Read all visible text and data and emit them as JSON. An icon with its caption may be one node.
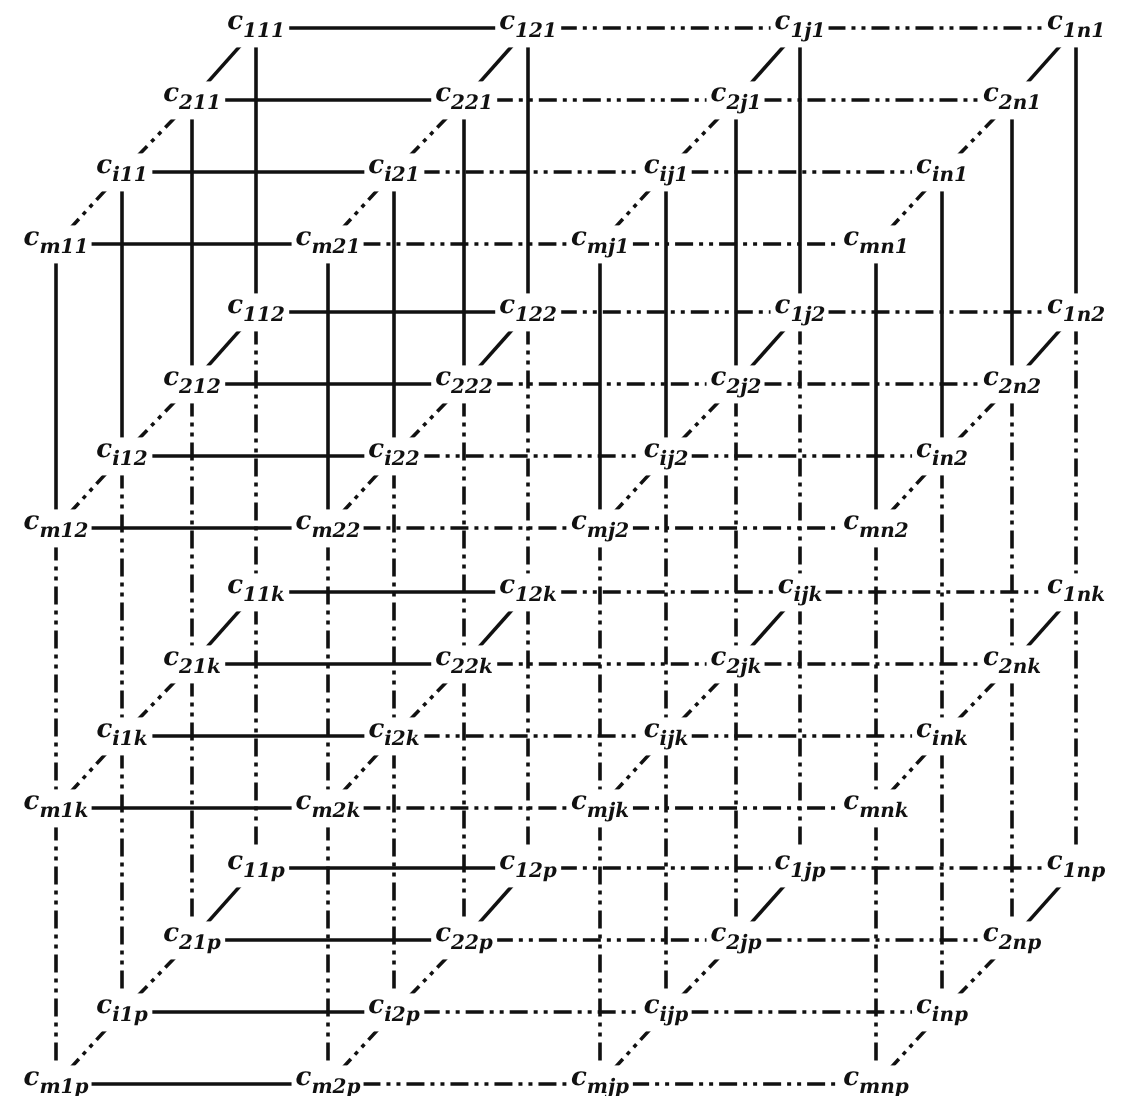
{
  "diagram": {
    "nodes": [
      {
        "text": [
          "c$_{111}$"
        ]
      },
      {
        "text": [
          "c$_{121}$"
        ]
      },
      {
        "text": [
          "c$_{1j1}$"
        ]
      },
      {
        "text": [
          "c$_{1n1}$"
        ]
      },
      {
        "text": [
          "c$_{211}$"
        ]
      },
      {
        "text": [
          "c$_{221}$"
        ]
      },
      {
        "text": [
          "c$_{2j1}$"
        ]
      },
      {
        "text": [
          "c$_{2n1}$"
        ]
      },
      {
        "text": [
          "c$_{i11}$"
        ]
      },
      {
        "text": [
          "c$_{i21}$"
        ]
      },
      {
        "text": [
          "c$_{ij1}$"
        ]
      },
      {
        "text": [
          "c$_{in1}$"
        ]
      },
      {
        "text": [
          "c$_{m11}$"
        ]
      },
      {
        "text": [
          "c$_{m21}$"
        ]
      },
      {
        "text": [
          "c$_{mj1}$"
        ]
      },
      {
        "text": [
          "c$_{mn1}$"
        ]
      },
      {
        "text": [
          "c$_{112}$"
        ]
      },
      {
        "text": [
          "c$_{122}$"
        ]
      },
      {
        "text": [
          "c$_{1j2}$"
        ]
      },
      {
        "text": [
          "c$_{1n2}$"
        ]
      },
      {
        "text": [
          "c$_{212}$"
        ]
      },
      {
        "text": [
          "c$_{222}$"
        ]
      },
      {
        "text": [
          "c$_{2j2}$"
        ]
      },
      {
        "text": [
          "c$_{2n2}$"
        ]
      },
      {
        "text": [
          "c$_{i12}$"
        ]
      },
      {
        "text": [
          "c$_{i22}$"
        ]
      },
      {
        "text": [
          "c$_{ij2}$"
        ]
      },
      {
        "text": [
          "c$_{in2}$"
        ]
      },
      {
        "text": [
          "c$_{m12}$"
        ]
      },
      {
        "text": [
          "c$_{m22}$"
        ]
      },
      {
        "text": [
          "c$_{mj2}$"
        ]
      },
      {
        "text": [
          "c$_{mn2}$"
        ]
      },
      {
        "text": [
          "c$_{11k}$"
        ]
      },
      {
        "text": [
          "c$_{12k}$"
        ]
      },
      {
        "text": [
          "c$_{ijk}$"
        ]
      },
      {
        "text": [
          "c$_{1nk}$"
        ]
      },
      {
        "text": [
          "c$_{21k}$"
        ]
      },
      {
        "text": [
          "c$_{22k}$"
        ]
      },
      {
        "text": [
          "c$_{2jk}$"
        ]
      },
      {
        "text": [
          "c$_{2nk}$"
        ]
      },
      {
        "text": [
          "c$_{i1k}$"
        ]
      },
      {
        "text": [
          "c$_{i2k}$"
        ]
      },
      {
        "text": [
          "c$_{ijk}$"
        ]
      },
      {
        "text": [
          "c$_{ink}$"
        ]
      },
      {
        "text": [
          "c$_{m1k}$"
        ]
      },
      {
        "text": [
          "c$_{m2k}$"
        ]
      },
      {
        "text": [
          "c$_{mjk}$"
        ]
      },
      {
        "text": [
          "c$_{mnk}$"
        ]
      },
      {
        "text": [
          "c$_{11p}$"
        ]
      },
      {
        "text": [
          "c$_{12p}$"
        ]
      },
      {
        "text": [
          "c$_{1jp}$"
        ]
      },
      {
        "text": [
          "c$_{1np}$"
        ]
      },
      {
        "text": [
          "c$_{21p}$"
        ]
      },
      {
        "text": [
          "c$_{22p}$"
        ]
      },
      {
        "text": [
          "c$_{2jp}$"
        ]
      },
      {
        "text": [
          "c$_{2np}$"
        ]
      },
      {
        "text": [
          "c$_{i1p}$"
        ]
      },
      {
        "text": [
          "c$_{i2p}$"
        ]
      },
      {
        "text": [
          "c$_{ijp}$"
        ]
      },
      {
        "text": [
          "c$_{inp}$"
        ]
      },
      {
        "text": [
          "c$_{m1p}$"
        ]
      },
      {
        "text": [
          "c$_{m2p}$"
        ]
      },
      {
        "text": [
          "c$_{mjp}$"
        ]
      },
      {
        "text": [
          "c$_{mnp}$"
        ]
      }
    ],
    "edges": [
      {
        "from": 0,
        "to": 1,
        "arrow": "none"
      },
      {
        "from": 1,
        "to": 2,
        "arrow": "none",
        "style": "dashed"
      },
      {
        "from": 2,
        "to": 3,
        "arrow": "none",
        "style": "dashed"
      },
      {
        "from": 4,
        "to": 5,
        "arrow": "none"
      },
      {
        "from": 5,
        "to": 6,
        "arrow": "none",
        "style": "dashed"
      },
      {
        "from": 6,
        "to": 7,
        "arrow": "none",
        "style": "dashed"
      },
      {
        "from": 8,
        "to": 9,
        "arrow": "none"
      },
      {
        "from": 9,
        "to": 10,
        "arrow": "none",
        "style": "dashed"
      },
      {
        "from": 10,
        "to": 11,
        "arrow": "none",
        "style": "dashed"
      },
      {
        "from": 12,
        "to": 13,
        "arrow": "none"
      },
      {
        "from": 13,
        "to": 14,
        "arrow": "none",
        "style": "dashed"
      },
      {
        "from": 14,
        "to": 15,
        "arrow": "none",
        "style": "dashed"
      },
      {
        "from": 16,
        "to": 17,
        "arrow": "none"
      },
      {
        "from": 17,
        "to": 18,
        "arrow": "none",
        "style": "dashed"
      },
      {
        "from": 18,
        "to": 19,
        "arrow": "none",
        "style": "dashed"
      },
      {
        "from": 20,
        "to": 21,
        "arrow": "none"
      },
      {
        "from": 21,
        "to": 22,
        "arrow": "none",
        "style": "dashed"
      },
      {
        "from": 22,
        "to": 23,
        "arrow": "none",
        "style": "dashed"
      },
      {
        "from": 24,
        "to": 25,
        "arrow": "none"
      },
      {
        "from": 25,
        "to": 26,
        "arrow": "none",
        "style": "dashed"
      },
      {
        "from": 26,
        "to": 27,
        "arrow": "none",
        "style": "dashed"
      },
      {
        "from": 28,
        "to": 29,
        "arrow": "none"
      },
      {
        "from": 29,
        "to": 30,
        "arrow": "none",
        "style": "dashed"
      },
      {
        "from": 30,
        "to": 31,
        "arrow": "none",
        "style": "dashed"
      },
      {
        "from": 32,
        "to": 33,
        "arrow": "none"
      },
      {
        "from": 33,
        "to": 34,
        "arrow": "none",
        "style": "dashed"
      },
      {
        "from": 34,
        "to": 35,
        "arrow": "none",
        "style": "dashed"
      },
      {
        "from": 36,
        "to": 37,
        "arrow": "none"
      },
      {
        "from": 37,
        "to": 38,
        "arrow": "none",
        "style": "dashed"
      },
      {
        "from": 38,
        "to": 39,
        "arrow": "none",
        "style": "dashed"
      },
      {
        "from": 40,
        "to": 41,
        "arrow": "none"
      },
      {
        "from": 41,
        "to": 42,
        "arrow": "none",
        "style": "dashed"
      },
      {
        "from": 42,
        "to": 43,
        "arrow": "none",
        "style": "dashed"
      },
      {
        "from": 44,
        "to": 45,
        "arrow": "none"
      },
      {
        "from": 45,
        "to": 46,
        "arrow": "none",
        "style": "dashed"
      },
      {
        "from": 46,
        "to": 47,
        "arrow": "none",
        "style": "dashed"
      },
      {
        "from": 48,
        "to": 49,
        "arrow": "none"
      },
      {
        "from": 49,
        "to": 50,
        "arrow": "none",
        "style": "dashed"
      },
      {
        "from": 50,
        "to": 51,
        "arrow": "none",
        "style": "dashed"
      },
      {
        "from": 52,
        "to": 53,
        "arrow": "none"
      },
      {
        "from": 53,
        "to": 54,
        "arrow": "none",
        "style": "dashed"
      },
      {
        "from": 54,
        "to": 55,
        "arrow": "none",
        "style": "dashed"
      },
      {
        "from": 56,
        "to": 57,
        "arrow": "none"
      },
      {
        "from": 57,
        "to": 58,
        "arrow": "none",
        "style": "dashed"
      },
      {
        "from": 58,
        "to": 59,
        "arrow": "none",
        "style": "dashed"
      },
      {
        "from": 60,
        "to": 61,
        "arrow": "none"
      },
      {
        "from": 61,
        "to": 62,
        "arrow": "none",
        "style": "dashed"
      },
      {
        "from": 62,
        "to": 63,
        "arrow": "none",
        "style": "dashed"
      },
      {
        "from": 0,
        "to": 4,
        "arrow": "none"
      },
      {
        "from": 4,
        "to": 8,
        "arrow": "none",
        "style": "dashed"
      },
      {
        "from": 8,
        "to": 12,
        "arrow": "none",
        "style": "dashed"
      },
      {
        "from": 1,
        "to": 5,
        "arrow": "none"
      },
      {
        "from": 5,
        "to": 9,
        "arrow": "none",
        "style": "dashed"
      },
      {
        "from": 9,
        "to": 13,
        "arrow": "none",
        "style": "dashed"
      },
      {
        "from": 2,
        "to": 6,
        "arrow": "none"
      },
      {
        "from": 6,
        "to": 10,
        "arrow": "none",
        "style": "dashed"
      },
      {
        "from": 10,
        "to": 14,
        "arrow": "none",
        "style": "dashed"
      },
      {
        "from": 3,
        "to": 7,
        "arrow": "none"
      },
      {
        "from": 7,
        "to": 11,
        "arrow": "none",
        "style": "dashed"
      },
      {
        "from": 11,
        "to": 15,
        "arrow": "none",
        "style": "dashed"
      },
      {
        "from": 16,
        "to": 20,
        "arrow": "none"
      },
      {
        "from": 20,
        "to": 24,
        "arrow": "none",
        "style": "dashed"
      },
      {
        "from": 24,
        "to": 28,
        "arrow": "none",
        "style": "dashed"
      },
      {
        "from": 17,
        "to": 21,
        "arrow": "none"
      },
      {
        "from": 21,
        "to": 25,
        "arrow": "none",
        "style": "dashed"
      },
      {
        "from": 25,
        "to": 29,
        "arrow": "none",
        "style": "dashed"
      },
      {
        "from": 18,
        "to": 22,
        "arrow": "none"
      },
      {
        "from": 22,
        "to": 26,
        "arrow": "none",
        "style": "dashed"
      },
      {
        "from": 26,
        "to": 30,
        "arrow": "none",
        "style": "dashed"
      },
      {
        "from": 19,
        "to": 23,
        "arrow": "none"
      },
      {
        "from": 23,
        "to": 27,
        "arrow": "none",
        "style": "dashed"
      },
      {
        "from": 27,
        "to": 31,
        "arrow": "none",
        "style": "dashed"
      },
      {
        "from": 32,
        "to": 36,
        "arrow": "none"
      },
      {
        "from": 36,
        "to": 40,
        "arrow": "none",
        "style": "dashed"
      },
      {
        "from": 40,
        "to": 44,
        "arrow": "none",
        "style": "dashed"
      },
      {
        "from": 33,
        "to": 37,
        "arrow": "none"
      },
      {
        "from": 37,
        "to": 41,
        "arrow": "none",
        "style": "dashed"
      },
      {
        "from": 41,
        "to": 45,
        "arrow": "none",
        "style": "dashed"
      },
      {
        "from": 34,
        "to": 38,
        "arrow": "none"
      },
      {
        "from": 38,
        "to": 42,
        "arrow": "none",
        "style": "dashed"
      },
      {
        "from": 42,
        "to": 46,
        "arrow": "none",
        "style": "dashed"
      },
      {
        "from": 35,
        "to": 39,
        "arrow": "none"
      },
      {
        "from": 39,
        "to": 43,
        "arrow": "none",
        "style": "dashed"
      },
      {
        "from": 43,
        "to": 47,
        "arrow": "none",
        "style": "dashed"
      },
      {
        "from": 48,
        "to": 52,
        "arrow": "none"
      },
      {
        "from": 52,
        "to": 56,
        "arrow": "none",
        "style": "dashed"
      },
      {
        "from": 56,
        "to": 60,
        "arrow": "none",
        "style": "dashed"
      },
      {
        "from": 49,
        "to": 53,
        "arrow": "none"
      },
      {
        "from": 53,
        "to": 57,
        "arrow": "none",
        "style": "dashed"
      },
      {
        "from": 57,
        "to": 61,
        "arrow": "none",
        "style": "dashed"
      },
      {
        "from": 50,
        "to": 54,
        "arrow": "none"
      },
      {
        "from": 54,
        "to": 58,
        "arrow": "none",
        "style": "dashed"
      },
      {
        "from": 58,
        "to": 62,
        "arrow": "none",
        "style": "dashed"
      },
      {
        "from": 51,
        "to": 55,
        "arrow": "none"
      },
      {
        "from": 55,
        "to": 59,
        "arrow": "none",
        "style": "dashed"
      },
      {
        "from": 59,
        "to": 63,
        "arrow": "none",
        "style": "dashed"
      },
      {
        "from": 0,
        "to": 16,
        "arrow": "none"
      },
      {
        "from": 16,
        "to": 32,
        "arrow": "none",
        "style": "dashed"
      },
      {
        "from": 32,
        "to": 48,
        "arrow": "none",
        "style": "dashed"
      },
      {
        "from": 1,
        "to": 17,
        "arrow": "none"
      },
      {
        "from": 17,
        "to": 33,
        "arrow": "none",
        "style": "dashed"
      },
      {
        "from": 33,
        "to": 49,
        "arrow": "none",
        "style": "dashed"
      },
      {
        "from": 2,
        "to": 18,
        "arrow": "none"
      },
      {
        "from": 18,
        "to": 34,
        "arrow": "none",
        "style": "dashed"
      },
      {
        "from": 34,
        "to": 50,
        "arrow": "none",
        "style": "dashed"
      },
      {
        "from": 3,
        "to": 19,
        "arrow": "none"
      },
      {
        "from": 19,
        "to": 35,
        "arrow": "none",
        "style": "dashed"
      },
      {
        "from": 35,
        "to": 51,
        "arrow": "none",
        "style": "dashed"
      },
      {
        "from": 4,
        "to": 20,
        "arrow": "none"
      },
      {
        "from": 20,
        "to": 36,
        "arrow": "none",
        "style": "dashed"
      },
      {
        "from": 36,
        "to": 52,
        "arrow": "none",
        "style": "dashed"
      },
      {
        "from": 5,
        "to": 21,
        "arrow": "none"
      },
      {
        "from": 21,
        "to": 37,
        "arrow": "none",
        "style": "dashed"
      },
      {
        "from": 37,
        "to": 53,
        "arrow": "none",
        "style": "dashed"
      },
      {
        "from": 6,
        "to": 22,
        "arrow": "none"
      },
      {
        "from": 22,
        "to": 38,
        "arrow": "none",
        "style": "dashed"
      },
      {
        "from": 38,
        "to": 54,
        "arrow": "none",
        "style": "dashed"
      },
      {
        "from": 7,
        "to": 23,
        "arrow": "none"
      },
      {
        "from": 23,
        "to": 39,
        "arrow": "none",
        "style": "dashed"
      },
      {
        "from": 39,
        "to": 55,
        "arrow": "none",
        "style": "dashed"
      },
      {
        "from": 8,
        "to": 24,
        "arrow": "none"
      },
      {
        "from": 24,
        "to": 40,
        "arrow": "none",
        "style": "dashed"
      },
      {
        "from": 40,
        "to": 56,
        "arrow": "none",
        "style": "dashed"
      },
      {
        "from": 9,
        "to": 25,
        "arrow": "none"
      },
      {
        "from": 25,
        "to": 41,
        "arrow": "none",
        "style": "dashed"
      },
      {
        "from": 41,
        "to": 57,
        "arrow": "none",
        "style": "dashed"
      },
      {
        "from": 10,
        "to": 26,
        "arrow": "none"
      },
      {
        "from": 26,
        "to": 42,
        "arrow": "none",
        "style": "dashed"
      },
      {
        "from": 42,
        "to": 58,
        "arrow": "none",
        "style": "dashed"
      },
      {
        "from": 11,
        "to": 27,
        "arrow": "none"
      },
      {
        "from": 27,
        "to": 43,
        "arrow": "none",
        "style": "dashed"
      },
      {
        "from": 43,
        "to": 59,
        "arrow": "none",
        "style": "dashed"
      },
      {
        "from": 12,
        "to": 28,
        "arrow": "none"
      },
      {
        "from": 28,
        "to": 44,
        "arrow": "none",
        "style": "dashed"
      },
      {
        "from": 44,
        "to": 60,
        "arrow": "none",
        "style": "dashed"
      },
      {
        "from": 13,
        "to": 29,
        "arrow": "none"
      },
      {
        "from": 29,
        "to": 45,
        "arrow": "none",
        "style": "dashed"
      },
      {
        "from": 45,
        "to": 61,
        "arrow": "none",
        "style": "dashed"
      },
      {
        "from": 14,
        "to": 30,
        "arrow": "none"
      },
      {
        "from": 30,
        "to": 46,
        "arrow": "none",
        "style": "dashed"
      },
      {
        "from": 46,
        "to": 62,
        "arrow": "none",
        "style": "dashed"
      },
      {
        "from": 15,
        "to": 31,
        "arrow": "none"
      },
      {
        "from": 31,
        "to": 47,
        "arrow": "none",
        "style": "dashed"
      },
      {
        "from": 47,
        "to": 63,
        "arrow": "none",
        "style": "dashed"
      }
    ]
  }
}
